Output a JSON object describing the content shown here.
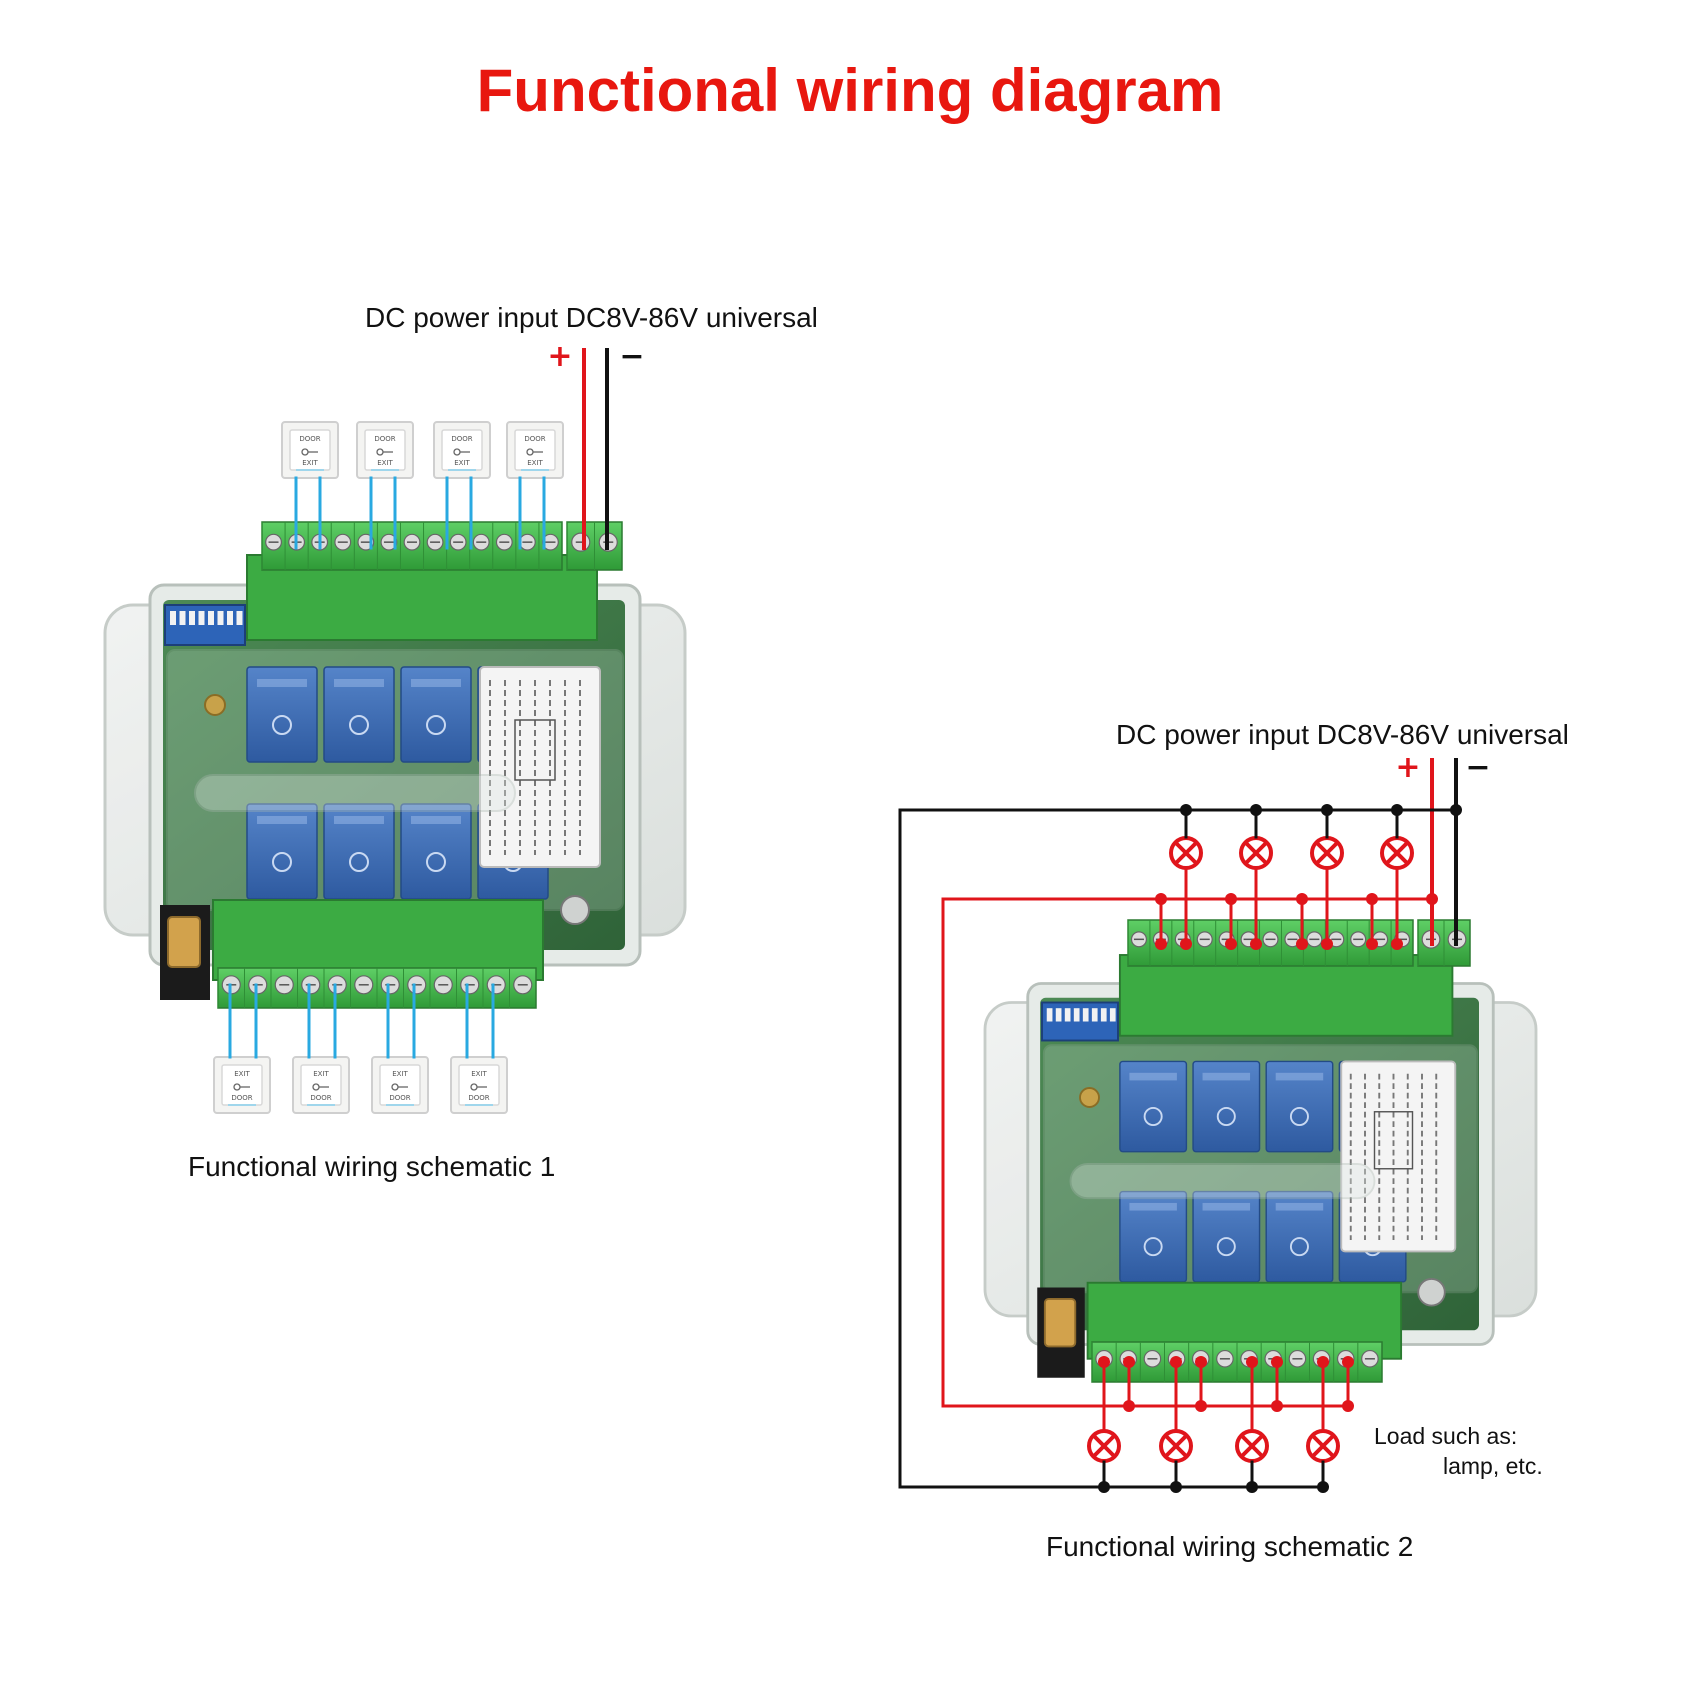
{
  "title": "Functional wiring diagram",
  "schematic1": {
    "power_label": "DC power input DC8V-86V universal",
    "plus": "+",
    "minus": "−",
    "caption": "Functional wiring schematic 1",
    "switch_count": 8
  },
  "schematic2": {
    "power_label": "DC power input DC8V-86V universal",
    "plus": "+",
    "minus": "−",
    "caption": "Functional wiring schematic 2",
    "load_label_line1": "Load such as:",
    "load_label_line2": "lamp, etc.",
    "lamp_count": 8
  },
  "switch_text_top": "DOOR",
  "switch_text_bottom": "EXIT",
  "colors": {
    "title": "#e8170f",
    "wire_red": "#e0151b",
    "wire_black": "#111111",
    "wire_blue": "#29a9e1",
    "terminal_green": "#43b649",
    "pcb_green": "#3d7a45",
    "relay_blue": "#3d6fb8"
  }
}
